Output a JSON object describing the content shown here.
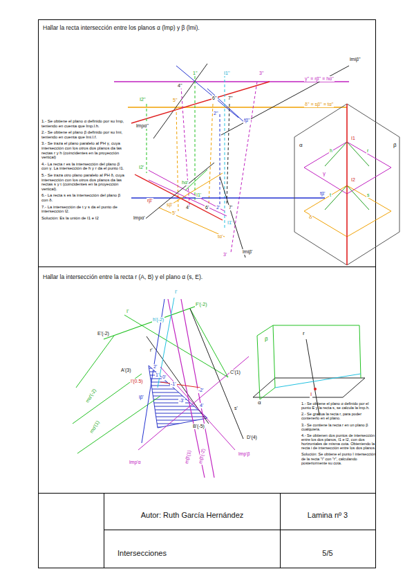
{
  "diagram": {
    "labels": [
      "Hallar la recta intersección entre los planos α (lmp) y β (lmi).",
      "lmiβ''",
      "1''",
      "I1''",
      "3''",
      "γ'' ≡ rβ'' ≡ hα''",
      "4''",
      "I2''",
      "5''",
      "6''",
      "7''",
      "δ'' ≡ sβ'' ≡ tα''",
      "2''",
      "fβ''",
      "lmpα''",
      "I2'",
      "hα'",
      "rβ'",
      "sβ'",
      "I1'",
      "fβ'",
      "4'",
      "5'",
      "6'",
      "2'",
      "7'",
      "lmpα'",
      "I1'",
      "tα'",
      "3'",
      "lmiβ'",
      "α",
      "β",
      "I1",
      "h",
      "r",
      "γ",
      "I2",
      "t",
      "s",
      "δ",
      "1.- Se obtiene el plano α definido por su lmp, teniendo en cuenta que lmp.l.h.",
      "2.- Se obtiene el plano β definido por su lmi, teniendo en cuenta que lmi.l.f.",
      "3.- Se traza el plano paralelo al PH γ, cuya intersección con los otros dos planos da las rectas r y h (coincidentes en la proyección vertical)",
      "4.- La recta r es la intersección del plano β con γ. La intersección de h y r da el punto I1.",
      "5.- Se traza otro plano paralelo al PH δ, cuya intersección con los otros dos planos da las rectas s y t (coincidentes en la proyección vertical).",
      "6.- La recta s es la intersección del plano β con δ.",
      "7.- La intersección de t y s da el punto de intersección I2.",
      "Solución: Es la unión de I1 e I2",
      "Hallar la intersección entre la recta r (A, B) y el plano α (s, E).",
      "I'",
      "F'(-2)",
      "I'",
      "h'(-2)",
      "E'(-2)",
      "r'",
      "A'(3)",
      "2'",
      "C'(1)",
      "1'",
      "I'(0.5)",
      "0'",
      "-1'",
      "-2'",
      "-3'",
      "4'",
      "s'",
      "B'(-5)",
      "D'(4)",
      "lβ'",
      "mα'(-2)",
      "mα'(1)",
      "lmp'α",
      "lmp'β",
      "mβ'(1)",
      "mβ'(-2)",
      "β",
      "r",
      "α",
      "I",
      "1.- Se obtiene el plano α definido por el punto E y la recta s, se calcula la lmp.h.",
      "2.- Se gradua la recta r, para poder contenerlo en el plano.",
      "3.- Se contiene la recta r en un plano β cualquiera.",
      "4.- Se obtienen dos puntos de intersección entre los dos planos, I1 e I2, con dos horizontales de misma cota. Obteniendo la recta i de intersección entre los dos planos.",
      "Solución: Se obtiene el punto I intersección de la recta \"i\" con \"r\", calculando posteriormente su cota.",
      "Autor: Ruth García Hernández",
      "Lamina nº 3",
      "Intersecciones",
      "5/5"
    ]
  }
}
